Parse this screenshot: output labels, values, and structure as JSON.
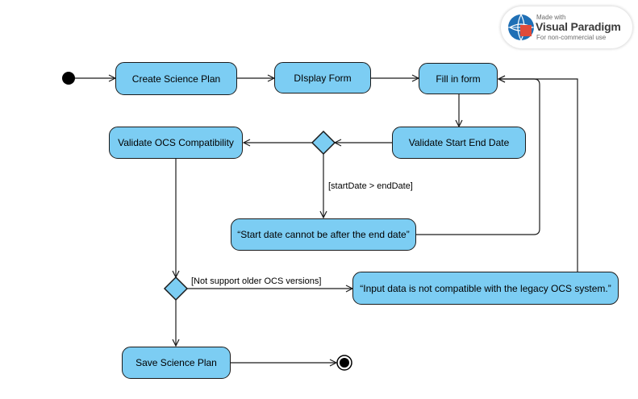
{
  "watermark": {
    "made_with": "Made with",
    "brand": "Visual Paradigm",
    "note": "For non-commercial use"
  },
  "nodes": {
    "create": "Create Science Plan",
    "display": "DIsplay Form",
    "fill": "Fill in form",
    "validate_dates": "Validate Start End Date",
    "validate_ocs": "Validate OCS Compatibility",
    "date_error": "“Start date cannot be after the end date”",
    "ocs_error": "“Input data is not compatible with the legacy OCS system.”",
    "save": "Save Science Plan"
  },
  "guards": {
    "date_guard": "[startDate > endDate]",
    "ocs_guard": "[Not support older OCS versions]"
  },
  "colors": {
    "node_fill": "#7ccdf3",
    "stroke": "#1b1b1b",
    "background": "#ffffff"
  }
}
